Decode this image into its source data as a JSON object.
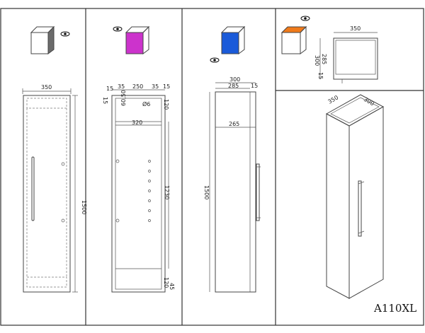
{
  "title_block": {
    "model": "A110XL"
  },
  "colors": {
    "panel_1": "#6b6b6b",
    "panel_2": "#cc33cc",
    "panel_3": "#1a5ad9",
    "panel_4": "#f07a1a",
    "line": "#444444"
  },
  "icons": [
    "eye-icon",
    "cube-icon",
    "shelf-icon",
    "handle-icon"
  ],
  "front_view": {
    "width": "350",
    "height": "1500"
  },
  "section_view": {
    "top_a": "15",
    "top_b": "35",
    "top_c": "250",
    "top_d": "35",
    "top_e": "15",
    "dim_60_50": "60,50",
    "hole": "Ø6",
    "side_15": "15",
    "side_120": "120",
    "inner_width": "320",
    "inner_height": "1230",
    "bottom_120": "120",
    "bottom_45": "45"
  },
  "side_view": {
    "depth": "300",
    "inner_depth": "285",
    "back": "15",
    "handle_offset": "265",
    "height": "1500"
  },
  "top_view": {
    "width": "350",
    "depth": "300",
    "inner_depth": "285",
    "back": "15"
  },
  "iso_view": {
    "width": "350",
    "depth": "300"
  }
}
